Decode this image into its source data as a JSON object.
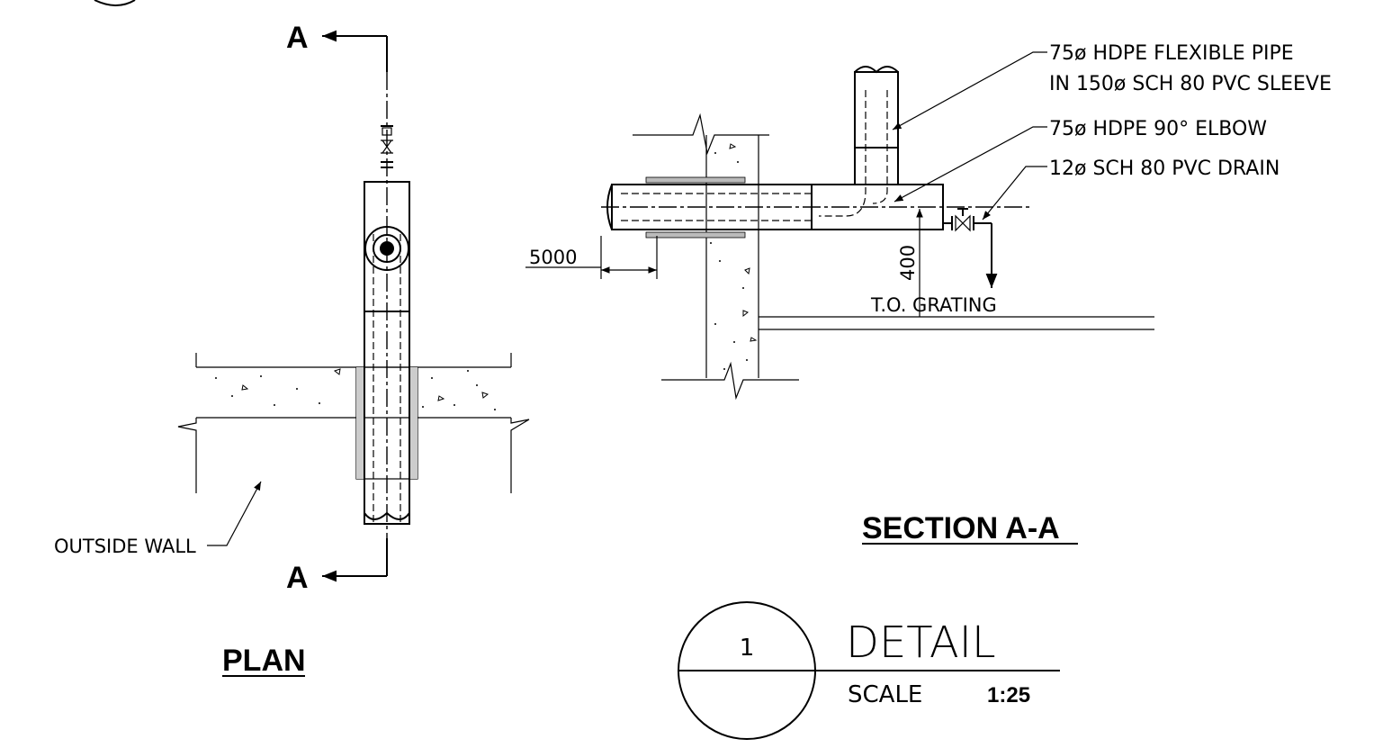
{
  "section_marks": {
    "top": "A",
    "bottom": "A"
  },
  "plan": {
    "title": "PLAN",
    "outside_wall_label": "OUTSIDE WALL"
  },
  "section": {
    "title": "SECTION A-A",
    "callout_pipe_line1": "75ø HDPE FLEXIBLE PIPE",
    "callout_pipe_line2": "IN 150ø SCH 80 PVC SLEEVE",
    "callout_elbow": "75ø HDPE 90° ELBOW",
    "callout_drain": "12ø SCH 80 PVC DRAIN",
    "dim_horizontal": "5000",
    "dim_vertical": "400",
    "grating_label": "T.O. GRATING"
  },
  "detail_tag": {
    "number": "1",
    "title": "DETAIL",
    "scale_label": "SCALE",
    "scale_value": "1:25"
  }
}
